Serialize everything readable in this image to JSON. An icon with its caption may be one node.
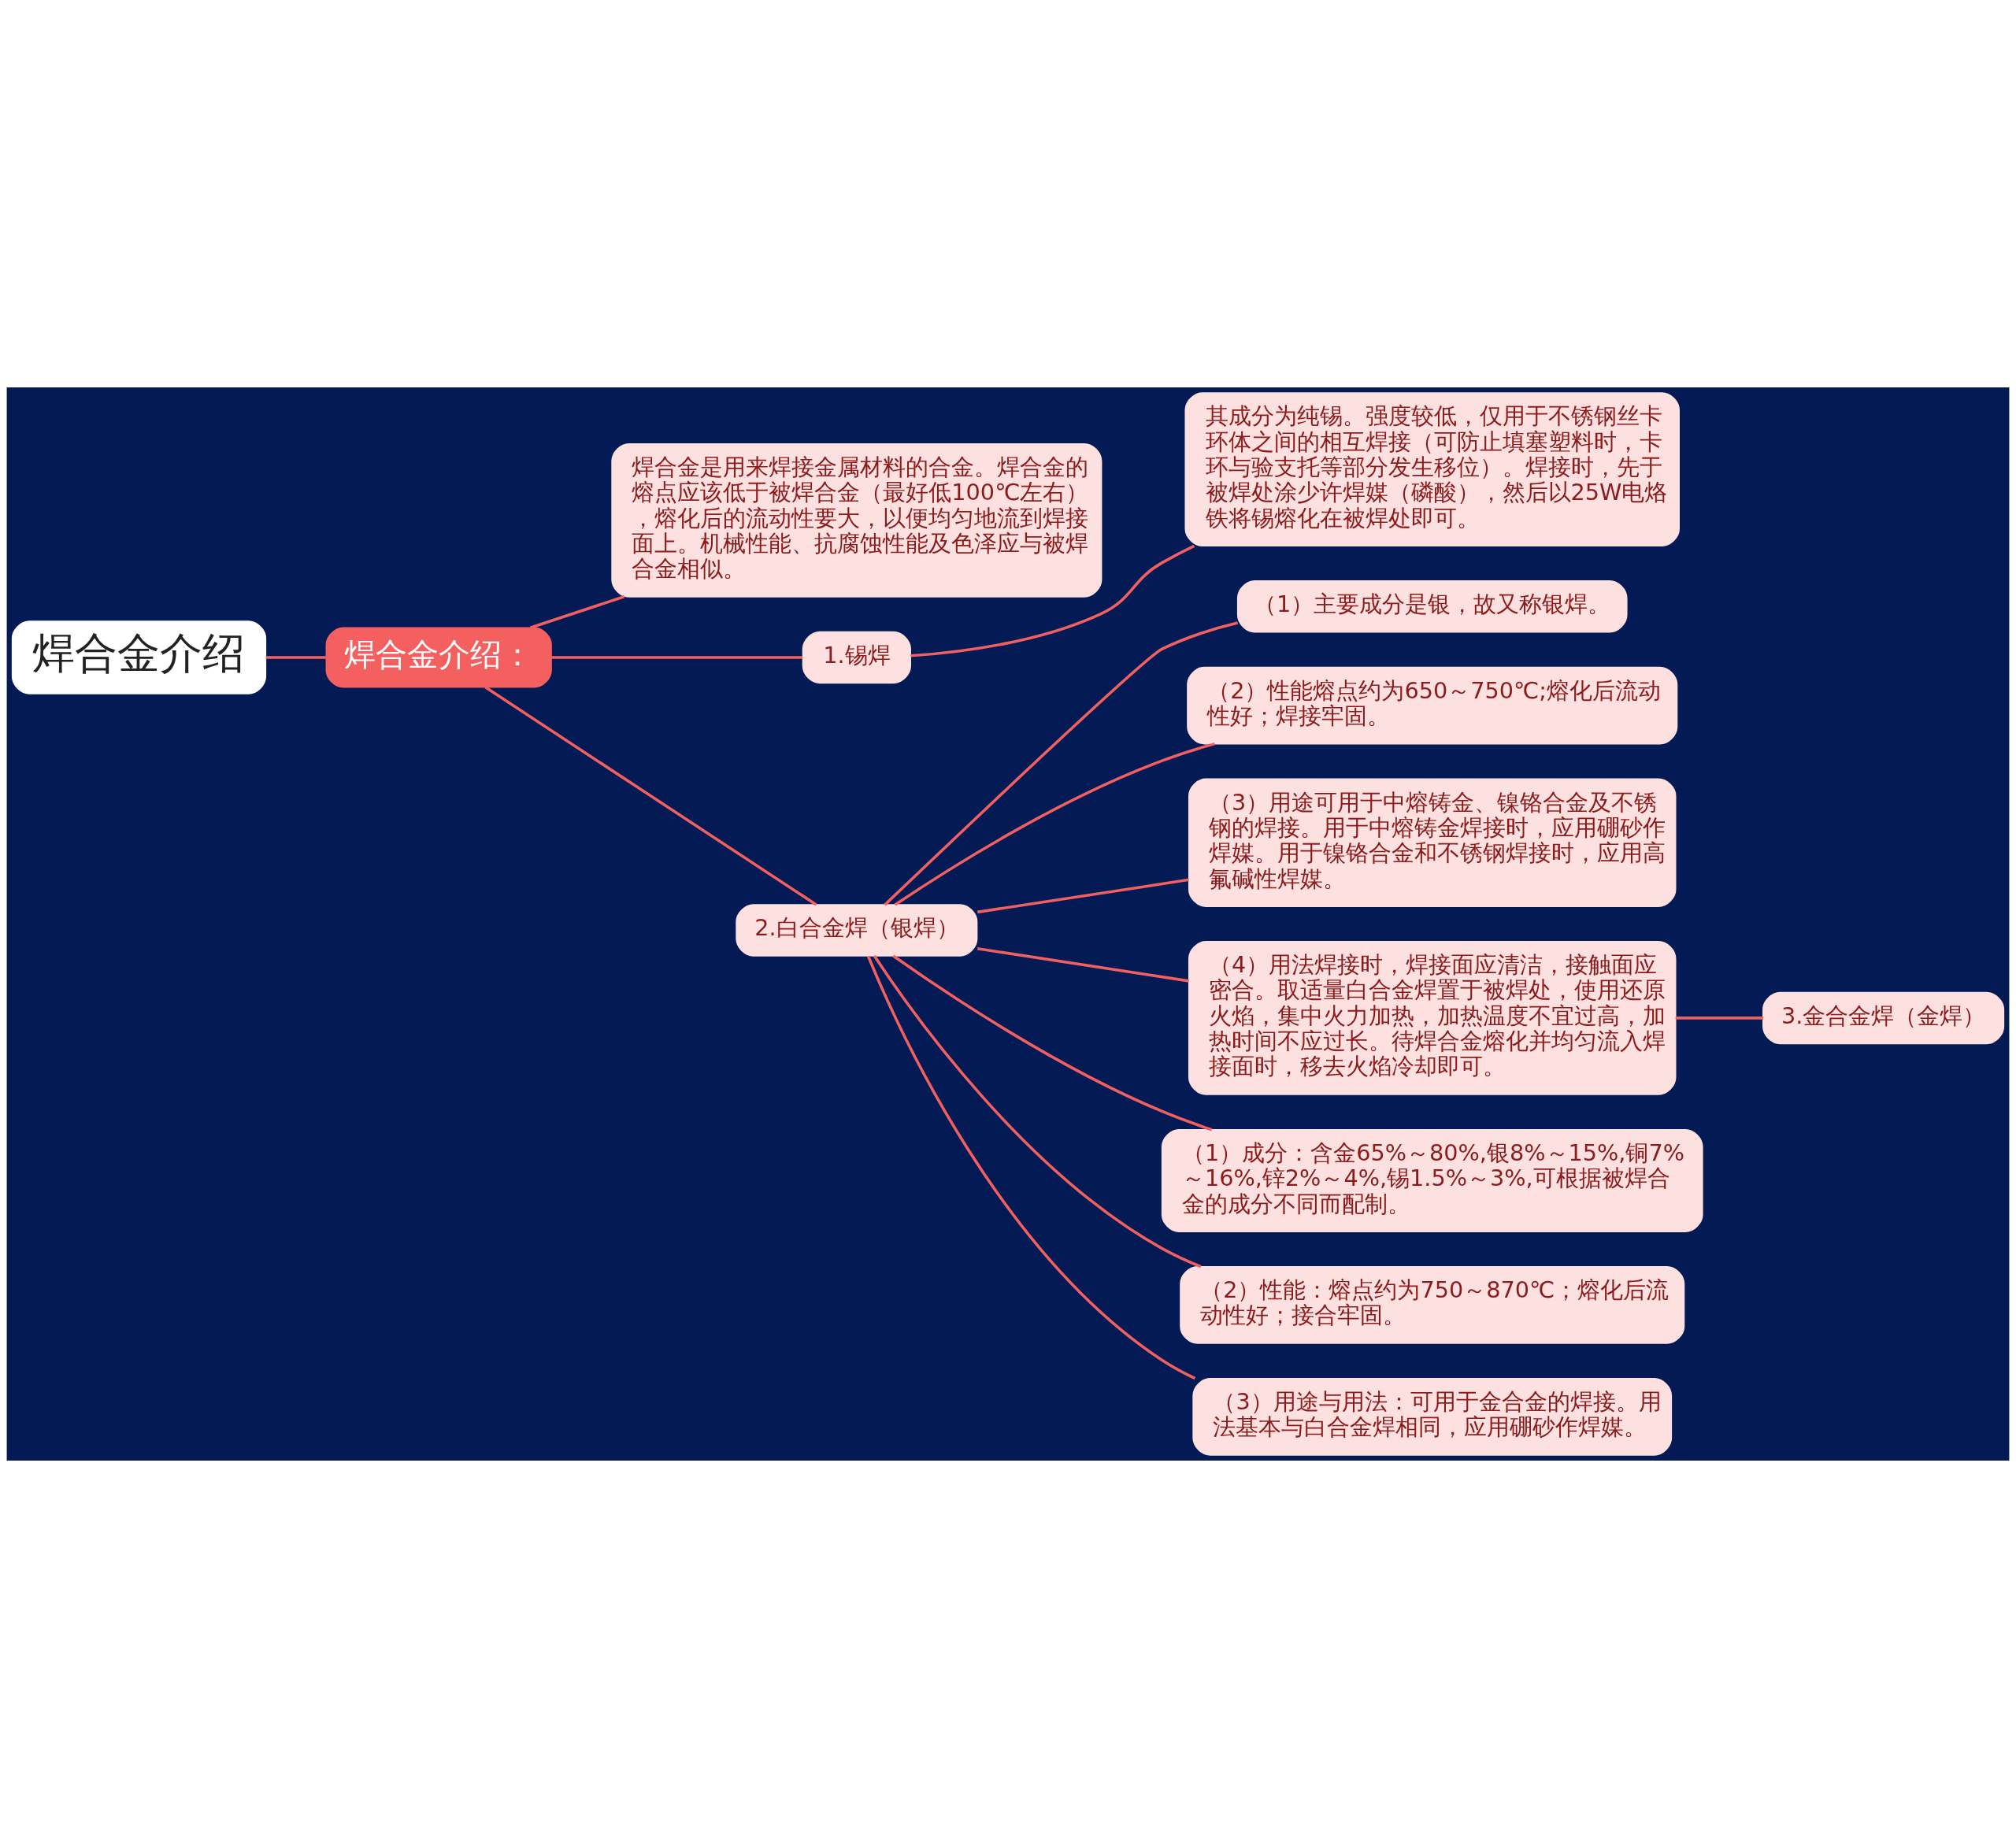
{
  "diagram": {
    "nodes": [
      {
        "text": [
          "焊合金介绍"
        ]
      },
      {
        "text": [
          "焊合金介绍："
        ]
      },
      {
        "text": [
          "焊合金是用来焊接金属材料的合金。焊合金的熔点应该低于被焊合金（最好低100℃左右），熔化后的流动性要大，以便均匀地流到焊接面上。机械性能、抗腐蚀性能及色泽应与被焊合金相似。"
        ]
      },
      {
        "text": [
          "1.锡焊"
        ]
      },
      {
        "text": [
          "其成分为纯锡。强度较低，仅用于不锈钢丝卡环体之间的相互焊接（可防止填塞塑料时，卡环与验支托等部分发生移位）。焊接时，先于被焊处涂少许焊媒（磷酸），然后以25W电烙铁将锡熔化在被焊处即可。"
        ]
      },
      {
        "text": [
          "2.白合金焊（银焊）"
        ]
      },
      {
        "text": [
          "（1）主要成分是银，故又称银焊。"
        ]
      },
      {
        "text": [
          "（2）性能熔点约为650～750℃;熔化后流动性好；焊接牢固。"
        ]
      },
      {
        "text": [
          "（3）用途可用于中熔铸金、镍铬合金及不锈钢的焊接。用于中熔铸金焊接时，应用硼砂作焊媒。用于镍铬合金和不锈钢焊接时，应用高氟碱性焊媒。"
        ]
      },
      {
        "text": [
          "（4）用法焊接时，焊接面应清洁，接触面应密合。取适量白合金焊置于被焊处，使用还原火焰，集中火力加热，加热温度不宜过高，加热时间不应过长。待焊合金熔化并均匀流入焊接面时，移去火焰冷却即可。"
        ]
      },
      {
        "text": [
          "3.金合金焊（金焊）"
        ]
      },
      {
        "text": [
          "（1）成分：含金65%～80%,银8%～15%,铜7%～16%,锌2%～4%,锡1.5%～3%,可根据被焊合金的成分不同而配制。"
        ]
      },
      {
        "text": [
          "（2）性能：熔点约为750～870℃；熔化后流动性好；接合牢固。"
        ]
      },
      {
        "text": [
          "（3）用途与用法：可用于金合金的焊接。用法基本与白合金焊相同，应用硼砂作焊媒。"
        ]
      }
    ],
    "edges": [
      {
        "from": 0,
        "to": 1,
        "arrow": "none"
      },
      {
        "from": 1,
        "to": 2,
        "arrow": "none"
      },
      {
        "from": 1,
        "to": 3,
        "arrow": "none"
      },
      {
        "from": 1,
        "to": 5,
        "arrow": "none"
      },
      {
        "from": 3,
        "to": 4,
        "arrow": "none"
      },
      {
        "from": 5,
        "to": 6,
        "arrow": "none"
      },
      {
        "from": 5,
        "to": 7,
        "arrow": "none"
      },
      {
        "from": 5,
        "to": 8,
        "arrow": "none"
      },
      {
        "from": 5,
        "to": 9,
        "arrow": "none"
      },
      {
        "from": 9,
        "to": 10,
        "arrow": "none"
      },
      {
        "from": 5,
        "to": 11,
        "arrow": "none"
      },
      {
        "from": 5,
        "to": 12,
        "arrow": "none"
      },
      {
        "from": 5,
        "to": 13,
        "arrow": "none"
      }
    ]
  }
}
